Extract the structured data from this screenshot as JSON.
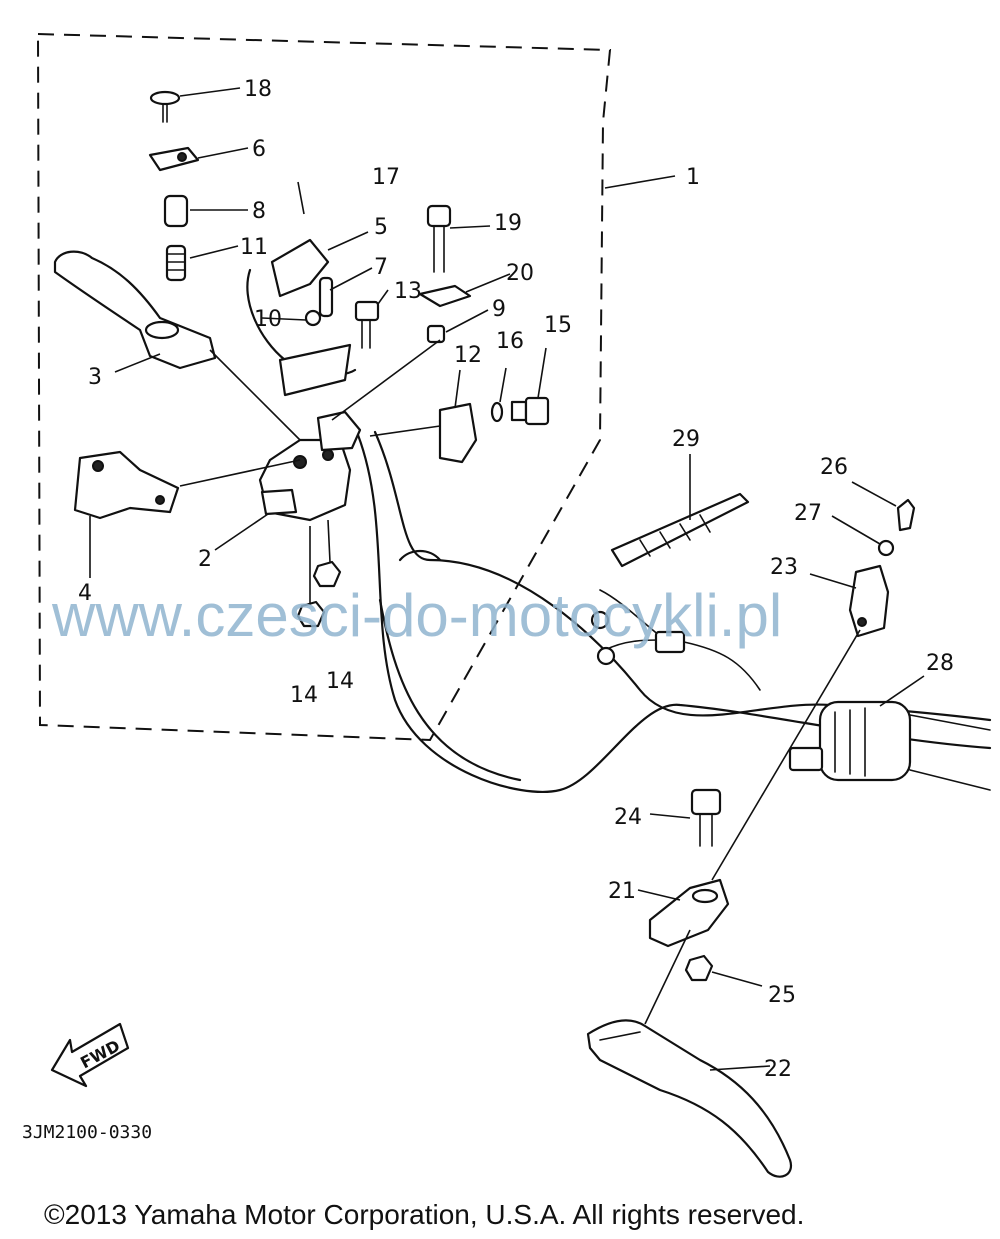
{
  "part_numbers": {
    "n1": "1",
    "n2": "2",
    "n3": "3",
    "n4": "4",
    "n5": "5",
    "n6": "6",
    "n7": "7",
    "n8": "8",
    "n9": "9",
    "n10": "10",
    "n11": "11",
    "n12": "12",
    "n13": "13",
    "n14a": "14",
    "n14b": "14",
    "n15": "15",
    "n16": "16",
    "n17": "17",
    "n18": "18",
    "n19": "19",
    "n20": "20",
    "n21": "21",
    "n22": "22",
    "n23": "23",
    "n24": "24",
    "n25": "25",
    "n26": "26",
    "n27": "27",
    "n28": "28",
    "n29": "29"
  },
  "direction_label": "FWD",
  "diagram_code": "3JM2100-0330",
  "watermark": "www.czesci-do-motocykli.pl",
  "copyright": "©2013 Yamaha Motor Corporation, U.S.A. All rights reserved."
}
